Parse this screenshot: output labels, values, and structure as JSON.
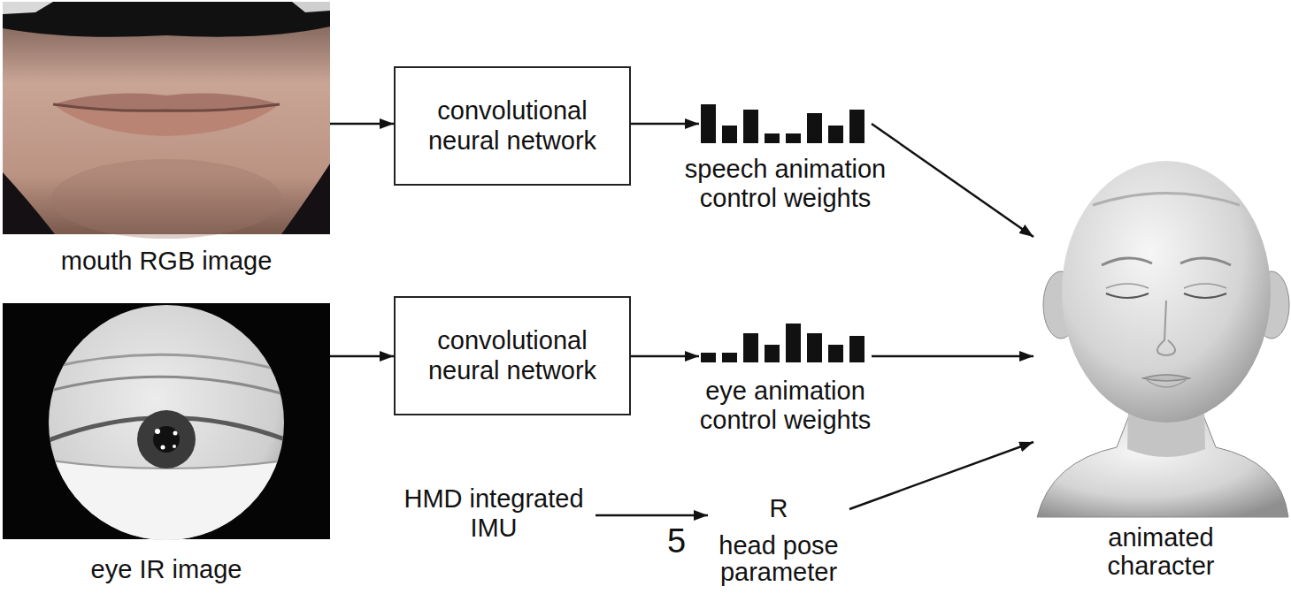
{
  "diagram": {
    "nodes": [
      {
        "text": [
          "mouth RGB image"
        ]
      },
      {
        "text": [
          "convolutional neural network"
        ]
      },
      {
        "text": [
          "speech animation control weights"
        ]
      },
      {
        "text": [
          "eye IR image"
        ]
      },
      {
        "text": [
          "convolutional neural network"
        ]
      },
      {
        "text": [
          "eye animation control weights"
        ]
      },
      {
        "text": [
          "HMD integrated IMU"
        ]
      },
      {
        "text": [
          "R",
          "head pose parameter"
        ]
      },
      {
        "text": [
          "animated character"
        ]
      }
    ],
    "edges": [
      {
        "from": 0,
        "to": 1,
        "arrow": "to"
      },
      {
        "from": 1,
        "to": 2,
        "arrow": "to"
      },
      {
        "from": 2,
        "to": 8,
        "arrow": "to"
      },
      {
        "from": 3,
        "to": 4,
        "arrow": "to"
      },
      {
        "from": 4,
        "to": 5,
        "arrow": "to"
      },
      {
        "from": 5,
        "to": 8,
        "arrow": "to"
      },
      {
        "from": 6,
        "to": 7,
        "arrow": "to"
      },
      {
        "from": 7,
        "to": 8,
        "arrow": "to"
      }
    ],
    "labels": [
      "5"
    ]
  }
}
